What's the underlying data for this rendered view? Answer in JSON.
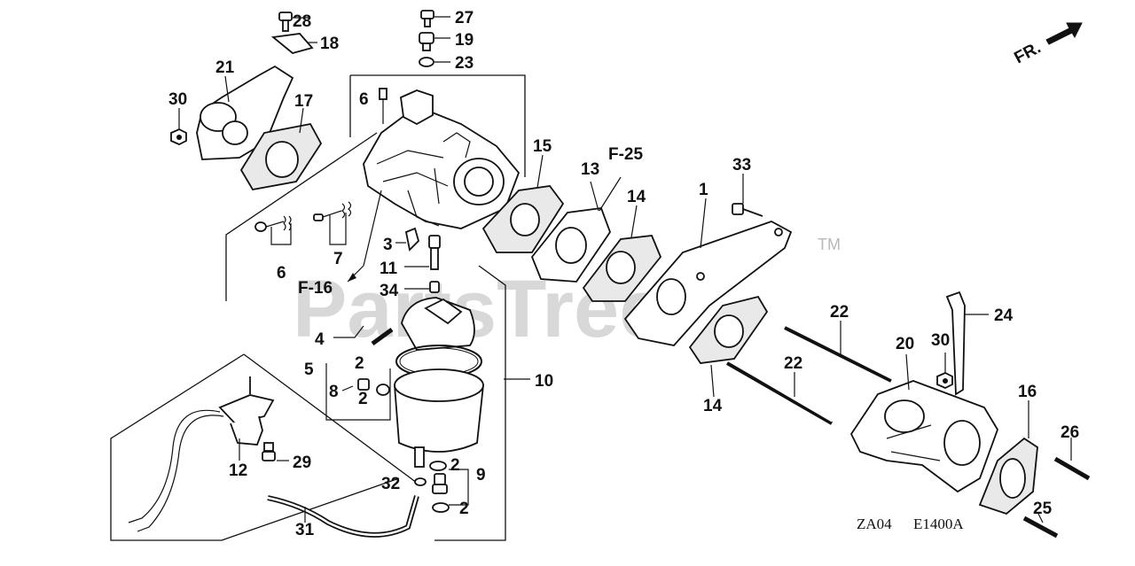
{
  "watermark": {
    "text": "PartsTree",
    "tm": "TM"
  },
  "orientation": {
    "label": "FR."
  },
  "refs": {
    "f25": "F-25",
    "f16": "F-16"
  },
  "footer": {
    "code1": "ZA04",
    "code2": "E1400A"
  },
  "callouts": {
    "p28": "28",
    "p18": "18",
    "p27": "27",
    "p19": "19",
    "p23": "23",
    "p21": "21",
    "p30a": "30",
    "p17": "17",
    "p6a": "6",
    "p15": "15",
    "p13": "13",
    "p14a": "14",
    "p33": "33",
    "p1": "1",
    "p3": "3",
    "p11": "11",
    "p34": "34",
    "p6b": "6",
    "p7": "7",
    "p4": "4",
    "p5": "5",
    "p2a": "2",
    "p8": "8",
    "p2b": "2",
    "p10": "10",
    "p22a": "22",
    "p24": "24",
    "p30b": "30",
    "p20": "20",
    "p14b": "14",
    "p22b": "22",
    "p16": "16",
    "p26": "26",
    "p12": "12",
    "p29": "29",
    "p32": "32",
    "p2c": "2",
    "p9": "9",
    "p2d": "2",
    "p31": "31",
    "p25": "25"
  }
}
